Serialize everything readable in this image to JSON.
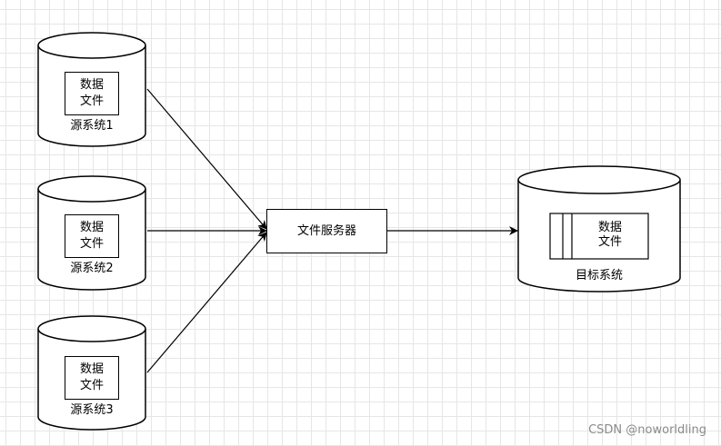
{
  "diagram": {
    "sources": [
      {
        "file_label": "数据\n文件",
        "system_label": "源系统1"
      },
      {
        "file_label": "数据\n文件",
        "system_label": "源系统2"
      },
      {
        "file_label": "数据\n文件",
        "system_label": "源系统3"
      }
    ],
    "server": {
      "label": "文件服务器"
    },
    "target": {
      "file_label": "数据\n文件",
      "system_label": "目标系统"
    }
  },
  "watermark": "CSDN @noworldling"
}
